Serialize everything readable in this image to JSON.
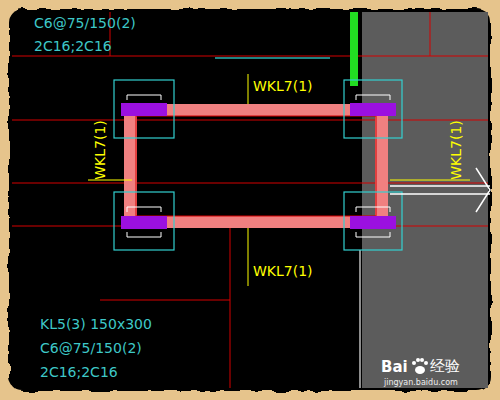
{
  "diagram": {
    "labels": [
      "C6@75/150(2)",
      "2C16;2C16",
      "WKL7(1)",
      "WKL7(1)",
      "WKL7(1)",
      "WKL7(1)",
      "KL5(3) 150x300",
      "C6@75/150(2)",
      "2C16;2C16",
      "Bai",
      "经验",
      "jingyan.baidu.com"
    ]
  }
}
